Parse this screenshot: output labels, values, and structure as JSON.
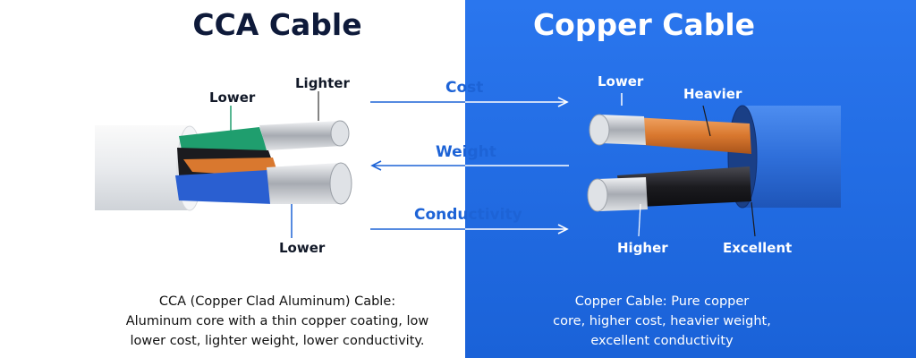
{
  "left": {
    "title": "CCA Cable",
    "labels": {
      "lower_top": "Lower",
      "lighter": "Lighter",
      "lower_bottom": "Lower"
    },
    "description": [
      "CCA (Copper Clad Aluminum) Cable:",
      "Aluminum core with a thin copper coating, low",
      "lower cost, lighter weight, lower conductivity."
    ]
  },
  "right": {
    "title": "Copper Cable",
    "labels": {
      "lower": "Lower",
      "heavier": "Heavier",
      "higher": "Higher",
      "excellent": "Excellent"
    },
    "description": [
      "Copper Cable: Pure copper",
      "core, higher cost, heavier weight,",
      "excellent conductivity"
    ]
  },
  "comparison": {
    "cost": "Cost",
    "weight": "Weight",
    "conductivity": "Conductivity"
  },
  "colors": {
    "blue_panel": "#1f6ee6",
    "arrow": "#1d63d6",
    "copper": "#d9782f",
    "aluminum": "#c9ccd1",
    "green_wire": "#1f9e6e",
    "blue_wire": "#2a5fd1",
    "black_wire": "#1b1b1f"
  }
}
